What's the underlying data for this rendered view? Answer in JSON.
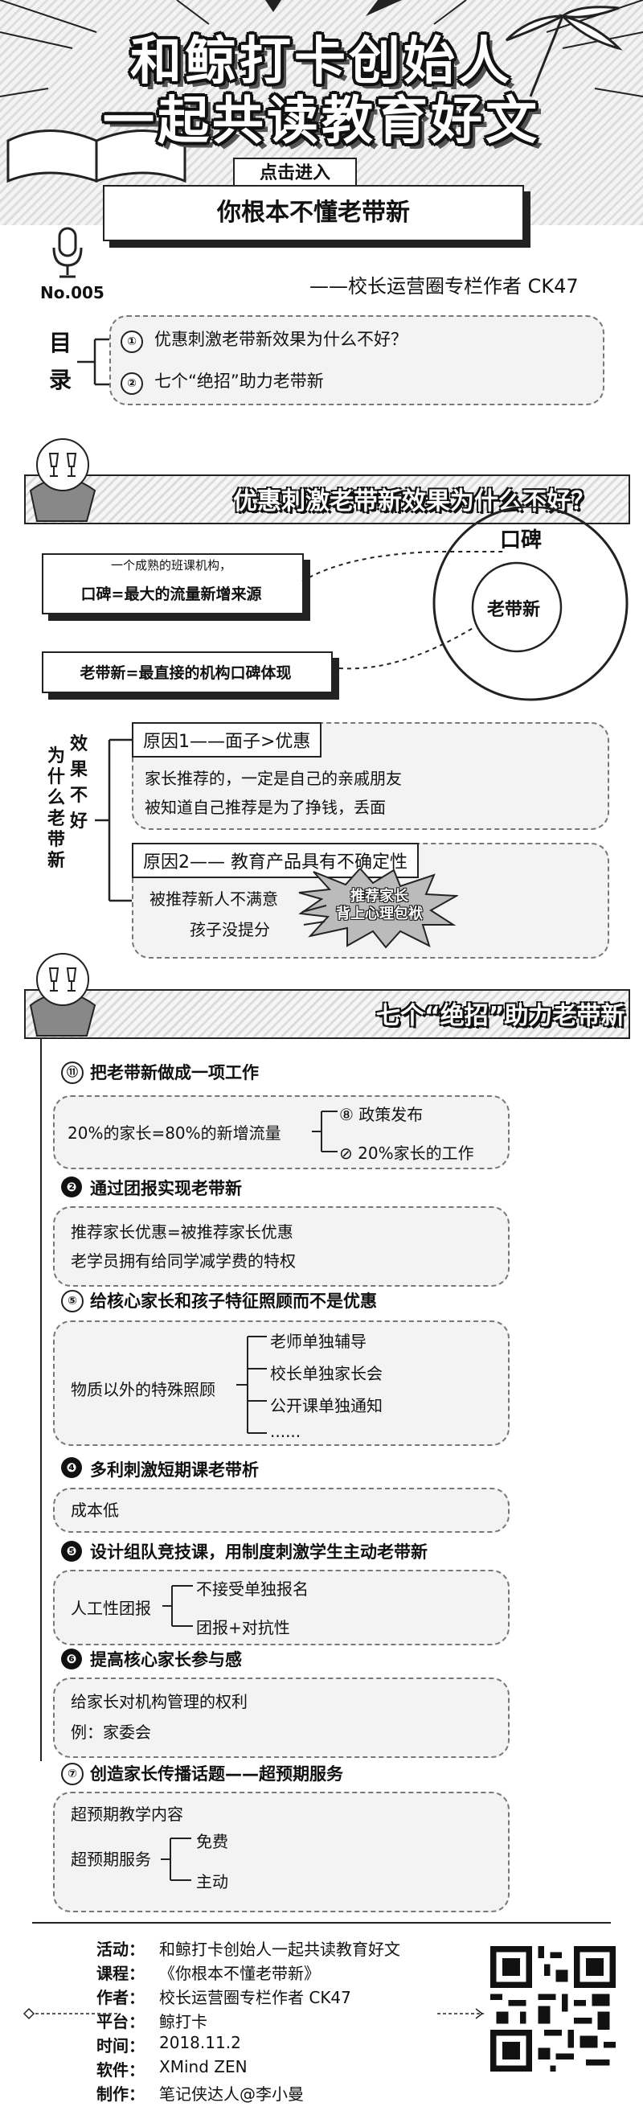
{
  "header": {
    "title_line1": "和鲸打卡创始人",
    "title_line2": "一起共读教育好文",
    "enter_label": "点击进入",
    "article_title": "你根本不懂老带新",
    "issue_no": "No.005",
    "author_line": "——校长运营圈专栏作者  CK47"
  },
  "toc": {
    "label_1": "目",
    "label_2": "录",
    "items": [
      {
        "num": "①",
        "text": "优惠刺激老带新效果为什么不好？"
      },
      {
        "num": "②",
        "text": "七个“绝招”助力老带新"
      }
    ]
  },
  "section1": {
    "title": "优惠刺激老带新效果为什么不好？",
    "note_small": "一个成熟的班课机构，",
    "note_main": "口碑=最大的流量新增来源",
    "direct": "老带新=最直接的机构口碑体现",
    "outer_circle": "口碑",
    "inner_circle": "老带新",
    "why_col1": "为什么老带新",
    "why_col2": "效果不好",
    "reasons": [
      {
        "title": "原因1——面子>优惠",
        "lines": [
          "家长推荐的，一定是自己的亲戚朋友",
          "被知道自己推荐是为了挣钱，丢面"
        ]
      },
      {
        "title": "原因2—— 教育产品具有不确定性",
        "lines": [
          "被推荐新人不满意",
          "孩子没提分"
        ],
        "burst": [
          "推荐家长",
          "背上心理包袱"
        ]
      }
    ]
  },
  "section2": {
    "title": "七个“绝招”助力老带新",
    "items": [
      {
        "num": "⑪",
        "title": "把老带新做成一项工作",
        "main": "20%的家长=80%的新增流量",
        "subs": [
          "⑧ 政策发布",
          "⊘ 20%家长的工作"
        ]
      },
      {
        "num": "❷",
        "title": "通过团报实现老带新",
        "lines": [
          "推荐家长优惠=被推荐家长优惠",
          "老学员拥有给同学减学费的特权"
        ]
      },
      {
        "num": "⑤",
        "title": "给核心家长和孩子特征照顾而不是优惠",
        "main": "物质以外的特殊照顾",
        "subs": [
          "老师单独辅导",
          "校长单独家长会",
          "公开课单独通知",
          "......"
        ]
      },
      {
        "num": "❹",
        "title": "多利刺激短期课老带析",
        "lines": [
          "成本低"
        ]
      },
      {
        "num": "❺",
        "title": "设计组队竞技课，用制度刺激学生主动老带新",
        "main": "人工性团报",
        "subs": [
          "不接受单独报名",
          "团报+对抗性"
        ]
      },
      {
        "num": "❻",
        "title": "提高核心家长参与感",
        "lines": [
          "给家长对机构管理的权利",
          "例：家委会"
        ]
      },
      {
        "num": "⑦",
        "title": "创造家长传播话题——超预期服务",
        "top": "超预期教学内容",
        "main": "超预期服务",
        "subs": [
          "免费",
          "主动"
        ]
      }
    ]
  },
  "footer": {
    "rows": [
      {
        "label": "活动：",
        "value": "和鲸打卡创始人一起共读教育好文"
      },
      {
        "label": "课程：",
        "value": "《你根本不懂老带新》"
      },
      {
        "label": "作者：",
        "value": "校长运营圈专栏作者  CK47"
      },
      {
        "label": "平台：",
        "value": "鲸打卡"
      },
      {
        "label": "时间：",
        "value": "2018.11.2"
      },
      {
        "label": "软件：",
        "value": "XMind ZEN"
      },
      {
        "label": "制作：",
        "value": "笔记侠达人@李小曼"
      }
    ]
  }
}
